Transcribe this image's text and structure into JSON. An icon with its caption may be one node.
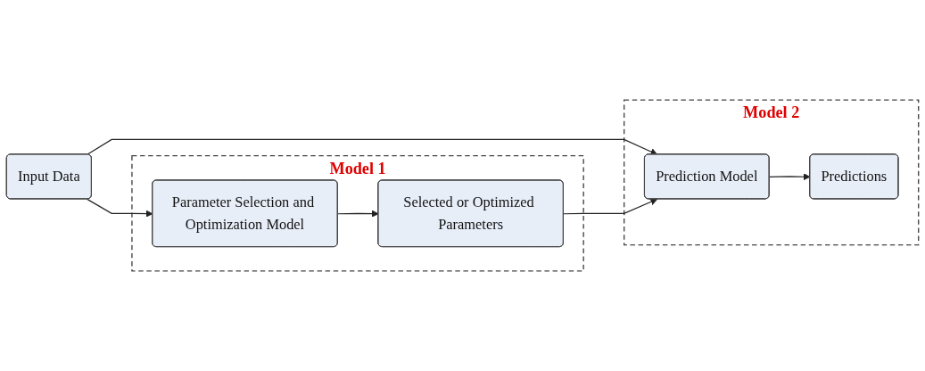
{
  "diagram": {
    "nodes": [
      {
        "text": [
          "Input Data"
        ]
      },
      {
        "text": [
          "Model 2"
        ]
      },
      {
        "text": [
          "Prediction Model"
        ],
        "in": 1
      },
      {
        "text": [
          "Predictions"
        ],
        "in": 1
      },
      {
        "text": [
          "Model 1"
        ]
      },
      {
        "text": [
          "Parameter Selection and Optimization Model"
        ],
        "in": 4
      },
      {
        "text": [
          "Selected or Optimized Parameters"
        ],
        "in": 4
      }
    ],
    "edges": [
      {
        "from": 0,
        "to": 2,
        "arrow": "to"
      },
      {
        "from": 2,
        "to": 3,
        "arrow": "to"
      },
      {
        "from": 0,
        "to": 5,
        "arrow": "to"
      },
      {
        "from": 5,
        "to": 6,
        "arrow": "to"
      },
      {
        "from": 6,
        "to": 2,
        "arrow": "to"
      }
    ]
  }
}
